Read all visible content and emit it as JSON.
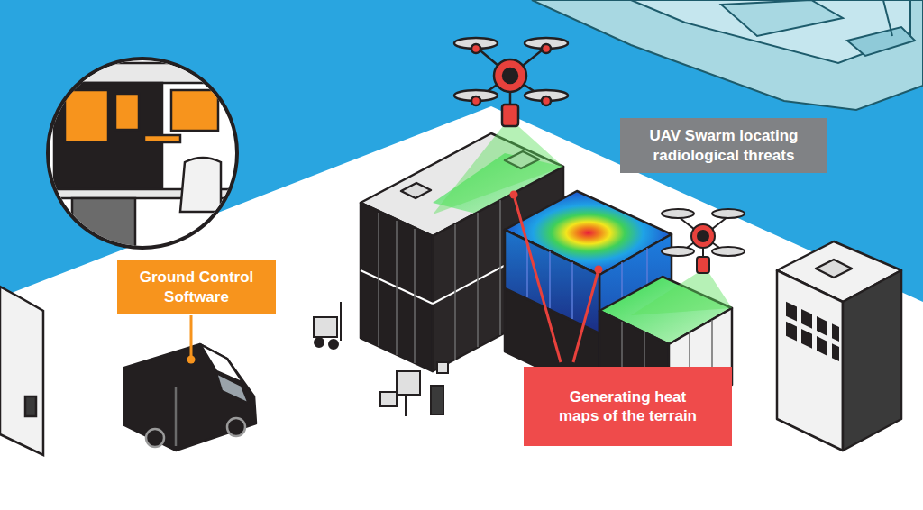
{
  "diagram": {
    "nodes": [
      {
        "text": [
          "UAV Swarm locating radiological threats"
        ]
      },
      {
        "text": [
          "Ground Control Software"
        ]
      },
      {
        "text": [
          "Generating heat maps of the terrain"
        ]
      }
    ]
  }
}
